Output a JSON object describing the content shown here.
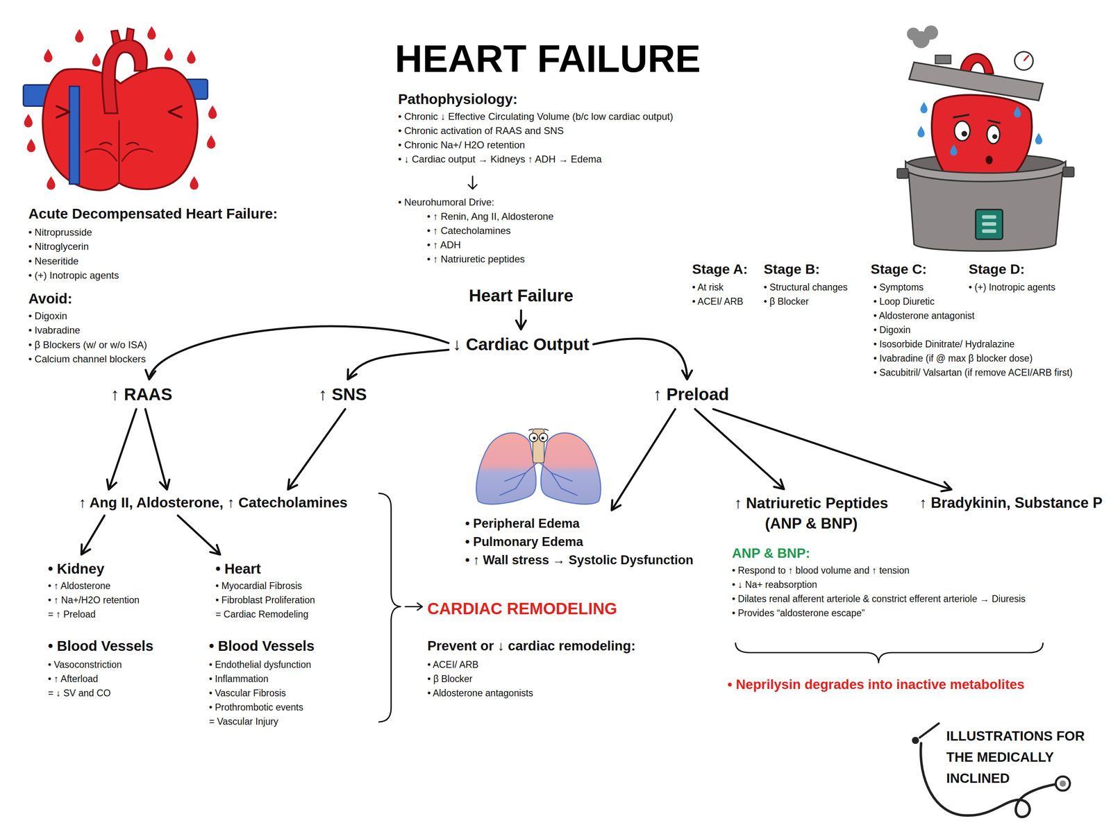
{
  "diagram": {
    "title": "HEART FAILURE",
    "nodes": [
      {
        "text": [
          "Heart Failure"
        ]
      },
      {
        "text": [
          "↓ Cardiac Output"
        ]
      },
      {
        "text": [
          "↑ RAAS"
        ]
      },
      {
        "text": [
          "↑ SNS"
        ]
      },
      {
        "text": [
          "↑ Preload"
        ]
      },
      {
        "text": [
          "↑ Ang II, Aldosterone, ↑ Catecholamines"
        ]
      },
      {
        "text": [
          "↑ Natriuretic Peptides (ANP & BNP)"
        ]
      },
      {
        "text": [
          "↑ Bradykinin, Substance P"
        ]
      },
      {
        "text": [
          "• Peripheral Edema",
          "• Pulmonary Edema",
          "• ↑ Wall stress → Systolic Dysfunction"
        ]
      },
      {
        "text": [
          "• Kidney",
          "• ↑ Aldosterone",
          "• ↑ Na+/H2O retention",
          "= ↑ Preload"
        ]
      },
      {
        "text": [
          "• Heart",
          "• Myocardial Fibrosis",
          "• Fibroblast Proliferation",
          "= Cardiac Remodeling"
        ]
      }
    ],
    "edges": [
      {
        "from": 0,
        "to": 1,
        "arrow": "to"
      },
      {
        "from": 1,
        "to": 2,
        "arrow": "to"
      },
      {
        "from": 1,
        "to": 3,
        "arrow": "to"
      },
      {
        "from": 1,
        "to": 4,
        "arrow": "to"
      },
      {
        "from": 2,
        "to": 5,
        "arrow": "to"
      },
      {
        "from": 2,
        "to": 5,
        "arrow": "to"
      },
      {
        "from": 3,
        "to": 5,
        "arrow": "to"
      },
      {
        "from": 4,
        "to": 8,
        "arrow": "to"
      },
      {
        "from": 4,
        "to": 6,
        "arrow": "to"
      },
      {
        "from": 4,
        "to": 7,
        "arrow": "to"
      },
      {
        "from": 5,
        "to": 9,
        "arrow": "to"
      },
      {
        "from": 5,
        "to": 10,
        "arrow": "to"
      }
    ],
    "labels": [
      "Pathophysiology:",
      "• Chronic ↓ Effective Circulating Volume (b/c low cardiac output)",
      "• Chronic activation of RAAS and SNS",
      "• Chronic Na+/ H2O retention",
      "• ↓ Cardiac output → Kidneys ↑ ADH → Edema",
      "• Neurohumoral Drive:",
      "• ↑ Renin, Ang II, Aldosterone",
      "• ↑ Catecholamines",
      "• ↑ ADH",
      "• ↑ Natriuretic peptides",
      "Acute Decompensated Heart Failure:",
      "• Nitroprusside",
      "• Nitroglycerin",
      "• Neseritide",
      "• (+) Inotropic agents",
      "Avoid:",
      "• Digoxin",
      "• Ivabradine",
      "• β Blockers (w/ or w/o ISA)",
      "• Calcium channel blockers",
      "Stage A:",
      "• At risk",
      "• ACEI/ ARB",
      "Stage B:",
      "• Structural changes",
      "• β Blocker",
      "Stage C:",
      "• Symptoms",
      "• Loop Diuretic",
      "• Aldosterone antagonist",
      "• Digoxin",
      "• Isosorbide Dinitrate/ Hydralazine",
      "• Ivabradine (if @ max β blocker dose)",
      "• Sacubitril/ Valsartan (if remove ACEI/ARB first)",
      "Stage D:",
      "• (+) Inotropic agents",
      "CARDIAC REMODELING",
      "Prevent or ↓ cardiac remodeling:",
      "• ACEI/ ARB",
      "• β Blocker",
      "• Aldosterone antagonists",
      "• Blood Vessels",
      "• Vasoconstriction",
      "• ↑ Afterload",
      "= ↓ SV and CO",
      "• Blood Vessels",
      "• Endothelial dysfunction",
      "• Inflammation",
      "• Vascular Fibrosis",
      "• Prothrombotic events",
      "= Vascular Injury",
      "ANP & BNP:",
      "• Respond to ↑ blood volume and ↑ tension",
      "• ↓ Na+ reabsorption",
      "• Dilates renal afferent arteriole & constrict efferent arteriole → Diuresis",
      "• Provides “aldosterone escape”",
      "• Neprilysin degrades into inactive metabolites",
      "ILLUSTRATIONS FOR THE MEDICALLY INCLINED"
    ]
  }
}
